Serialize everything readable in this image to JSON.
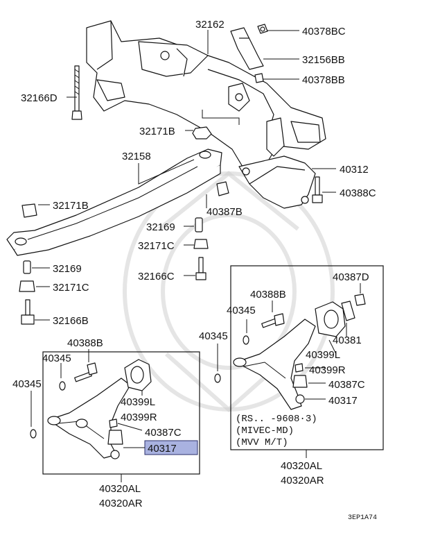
{
  "diagram": {
    "highlight_color": "#a9b2e0",
    "labels": {
      "p32162": "32162",
      "p40378BC": "40378BC",
      "p32156BB": "32156BB",
      "p40378BB": "40378BB",
      "p32166D": "32166D",
      "p32171B_top": "32171B",
      "p32158": "32158",
      "p40312": "40312",
      "p40388C": "40388C",
      "p32171B_left": "32171B",
      "p40387B": "40387B",
      "p32169_mid": "32169",
      "p32171C_mid": "32171C",
      "p32166C": "32166C",
      "p32169_left": "32169",
      "p32171C_left": "32171C",
      "p32166B": "32166B",
      "p40387D": "40387D",
      "p40388B_right": "40388B",
      "p40345_right_top": "40345",
      "p40381": "40381",
      "p40345_right_mid": "40345",
      "p40399L_right": "40399L",
      "p40399R_right": "40399R",
      "p40387C_right": "40387C",
      "p40317_right": "40317",
      "p40388B_left": "40388B",
      "p40345_left_top": "40345",
      "p40345_left_mid": "40345",
      "p40399L_left": "40399L",
      "p40399R_left": "40399R",
      "p40387C_left": "40387C",
      "p40317_left": "40317",
      "p40320AL_left": "40320AL",
      "p40320AR_left": "40320AR",
      "p40320AL_right": "40320AL",
      "p40320AR_right": "40320AR",
      "code": "3EP1A74"
    },
    "note": {
      "line1": "(RS.. -9608·3)",
      "line2": "(MIVEC-MD)",
      "line3": "(MVV M/T)"
    }
  }
}
